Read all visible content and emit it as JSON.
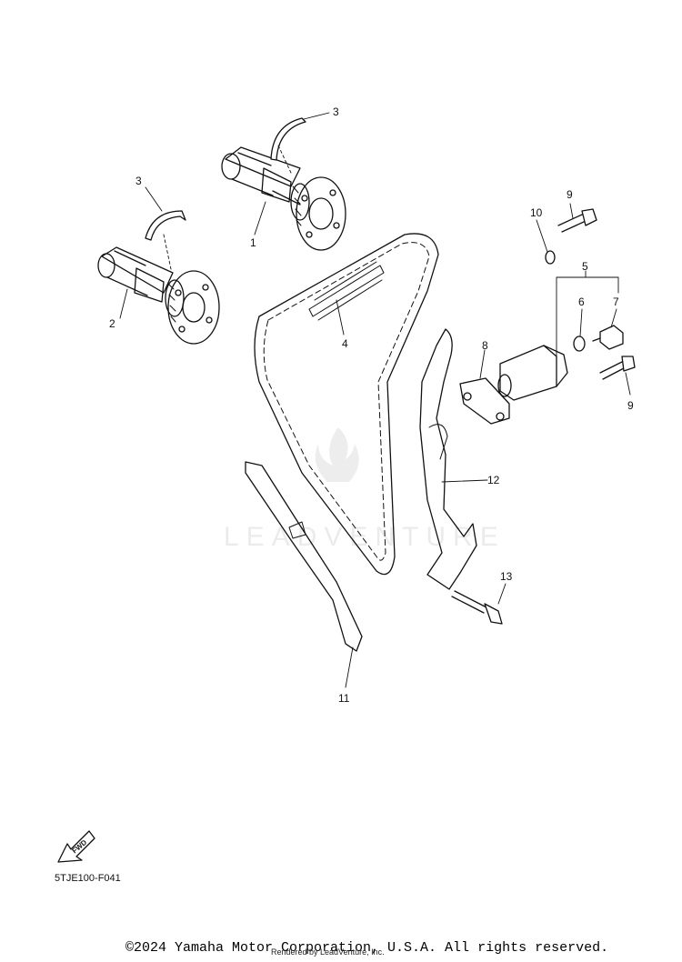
{
  "diagram": {
    "callouts": {
      "c1": "1",
      "c2": "2",
      "c3a": "3",
      "c3b": "3",
      "c4": "4",
      "c5": "5",
      "c6": "6",
      "c7": "7",
      "c8": "8",
      "c9a": "9",
      "c9b": "9",
      "c10": "10",
      "c11": "11",
      "c12": "12",
      "c13": "13"
    },
    "fwd_label": "FWD",
    "diagram_code": "5TJE100-F041",
    "watermark": "LEADVENTURE"
  },
  "footer": {
    "copyright": "©2024 Yamaha Motor Corporation, U.S.A. All rights reserved.",
    "rendered_by": "Rendered by LeadVenture, Inc."
  },
  "colors": {
    "ink": "#111111",
    "background": "#ffffff"
  }
}
